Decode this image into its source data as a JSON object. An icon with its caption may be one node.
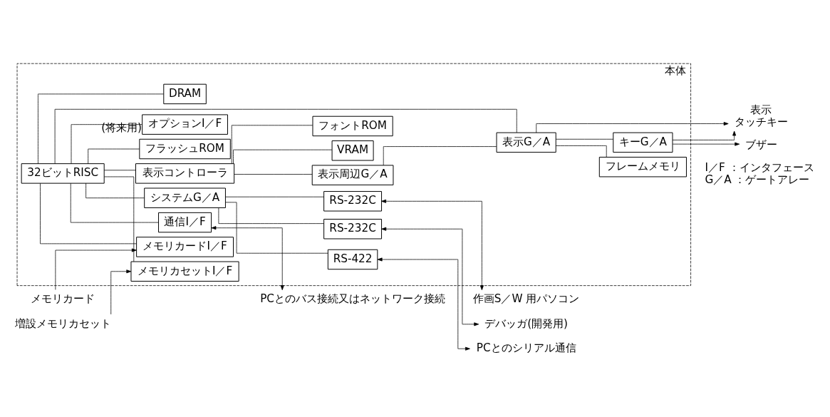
{
  "diagram": {
    "nodes": [
      {
        "text": [
          "本体"
        ]
      },
      {
        "text": [
          "32ビットRISC"
        ],
        "in": 0
      },
      {
        "text": [
          "フラッシュROM"
        ],
        "in": 0
      },
      {
        "text": [
          "メモリカセットI／F"
        ],
        "in": 0
      },
      {
        "text": [
          "オプションI／F"
        ],
        "in": 0,
        "beside": [
          "(将来用)"
        ]
      },
      {
        "text": [
          "メモリカードI／F"
        ],
        "in": 0
      },
      {
        "text": [
          "システムG／A"
        ],
        "in": 0
      },
      {
        "text": [
          "DRAM"
        ],
        "in": 0
      },
      {
        "text": [
          "通信I／F"
        ],
        "in": 0
      },
      {
        "text": [
          "表示コントローラ"
        ],
        "in": 0
      },
      {
        "text": [
          "表示G／A"
        ],
        "in": 0
      },
      {
        "text": [
          "RS-232C"
        ],
        "in": 0
      },
      {
        "text": [
          "RS-232C"
        ],
        "in": 0
      },
      {
        "text": [
          "RS-422"
        ],
        "in": 0
      },
      {
        "text": [
          "VRAM"
        ],
        "in": 0
      },
      {
        "text": [
          "フォントROM"
        ],
        "in": 0
      },
      {
        "text": [
          "表示周辺G／A"
        ],
        "in": 0
      },
      {
        "text": [
          "フレームメモリ"
        ],
        "in": 0
      },
      {
        "text": [
          "キーG／A"
        ],
        "in": 0
      },
      {
        "text": [
          "作画S／W 用パソコン"
        ]
      },
      {
        "text": [
          "デバッガ(開発用)"
        ]
      },
      {
        "text": [
          "PCとのシリアル通信"
        ]
      },
      {
        "text": [
          "PCとのバス接続又はネットワーク接続"
        ]
      },
      {
        "text": [
          "表示",
          "タッチキー"
        ]
      },
      {
        "text": [
          "ブザー"
        ]
      },
      {
        "text": [
          "メモリカード"
        ]
      },
      {
        "text": [
          "増設メモリカセット"
        ]
      }
    ],
    "edges": [
      {
        "from": 1,
        "to": 2,
        "arrow": "none"
      },
      {
        "from": 1,
        "to": 3,
        "arrow": "none"
      },
      {
        "from": 1,
        "to": 4,
        "arrow": "none"
      },
      {
        "from": 1,
        "to": 5,
        "arrow": "none"
      },
      {
        "from": 1,
        "to": 6,
        "arrow": "none"
      },
      {
        "from": 1,
        "to": 7,
        "arrow": "none"
      },
      {
        "from": 1,
        "to": 8,
        "arrow": "none"
      },
      {
        "from": 1,
        "to": 9,
        "arrow": "none"
      },
      {
        "from": 1,
        "to": 10,
        "arrow": "none"
      },
      {
        "from": 6,
        "to": 11,
        "arrow": "none"
      },
      {
        "from": 6,
        "to": 12,
        "arrow": "none"
      },
      {
        "from": 6,
        "to": 13,
        "arrow": "none"
      },
      {
        "from": 11,
        "to": 19,
        "arrow": "both"
      },
      {
        "from": 12,
        "to": 20,
        "arrow": "both"
      },
      {
        "from": 13,
        "to": 21,
        "arrow": "both"
      },
      {
        "from": 8,
        "to": 22,
        "arrow": "both"
      },
      {
        "from": 9,
        "to": 14,
        "arrow": "none"
      },
      {
        "from": 9,
        "to": 15,
        "arrow": "none"
      },
      {
        "from": 9,
        "to": 16,
        "arrow": "none"
      },
      {
        "from": 16,
        "to": 10,
        "arrow": "none"
      },
      {
        "from": 10,
        "to": 17,
        "arrow": "none"
      },
      {
        "from": 10,
        "to": 23,
        "arrow": "to"
      },
      {
        "from": 10,
        "to": 18,
        "arrow": "none"
      },
      {
        "from": 18,
        "to": 23,
        "arrow": "to"
      },
      {
        "from": 18,
        "to": 24,
        "arrow": "to"
      },
      {
        "from": 25,
        "to": 5,
        "arrow": "to"
      },
      {
        "from": 26,
        "to": 3,
        "arrow": "to"
      }
    ],
    "labels": [
      "I／F ：インタフェース",
      "G／A ：ゲートアレー"
    ]
  }
}
